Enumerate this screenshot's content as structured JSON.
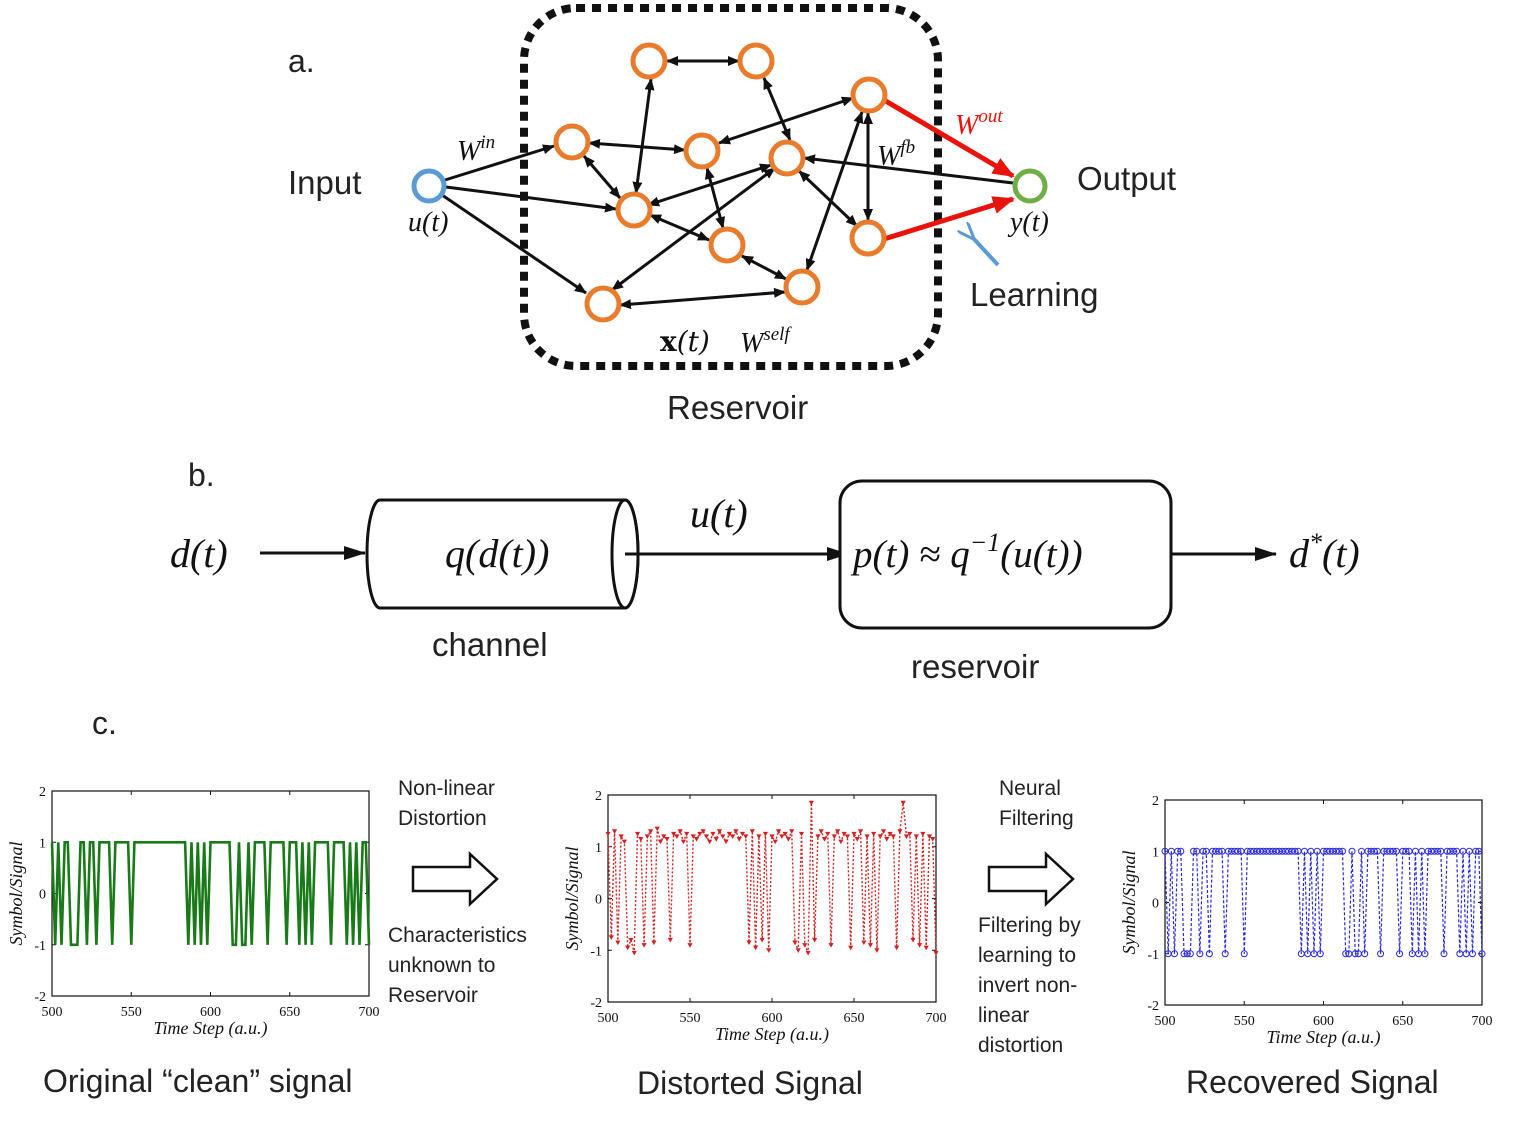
{
  "panel_a": {
    "label": "a.",
    "input_label": "Input",
    "output_label": "Output",
    "reservoir_label": "Reservoir",
    "learning_label": "Learning",
    "u_t": "u(t)",
    "y_t": "y(t)",
    "x_bold": "x",
    "x_rest": "(t)",
    "w_in_base": "W",
    "w_in_sup": "in",
    "w_out_base": "W",
    "w_out_sup": "out",
    "w_fb_base": "W",
    "w_fb_sup": "fb",
    "w_self_base": "W",
    "w_self_sup": "self",
    "colors": {
      "node": "#E87C2C",
      "input": "#5B9BD5",
      "output": "#70AD47",
      "out_edge": "#E8140C",
      "learning_arrow": "#5B9BD5"
    }
  },
  "panel_b": {
    "label": "b.",
    "input": "d(t)",
    "channel_func": "q(d(t))",
    "channel_label": "channel",
    "u_t": "u(t)",
    "reservoir_func_a": "p(t) ≈ q",
    "reservoir_func_sup": "−1",
    "reservoir_func_b": "(u(t))",
    "reservoir_label": "reservoir",
    "output_base": "d",
    "output_sup": "*",
    "output_rest": "(t)"
  },
  "panel_c": {
    "label": "c.",
    "arrow1_top": [
      "Non-linear",
      "Distortion"
    ],
    "arrow1_bottom": [
      "Characteristics",
      "unknown to",
      "Reservoir"
    ],
    "arrow2_top": [
      "Neural",
      "Filtering"
    ],
    "arrow2_bottom": [
      "Filtering by",
      "learning to",
      "invert non-",
      "linear",
      "distortion"
    ],
    "caption1": "Original “clean” signal",
    "caption2": "Distorted Signal",
    "caption3": "Recovered Signal"
  },
  "chart_data": [
    {
      "type": "line",
      "style": "solid",
      "color": "#1A7A1A",
      "xlabel": "Time Step (a.u.)",
      "ylabel": "Symbol/Signal",
      "xlim": [
        500,
        700
      ],
      "ylim": [
        -2,
        2
      ],
      "xticks": [
        500,
        550,
        600,
        650,
        700
      ],
      "yticks": [
        -2,
        -1,
        0,
        1,
        2
      ],
      "x": [
        500,
        502,
        504,
        506,
        508,
        510,
        512,
        514,
        516,
        518,
        520,
        522,
        524,
        526,
        528,
        530,
        532,
        534,
        536,
        538,
        540,
        542,
        544,
        546,
        548,
        550,
        552,
        554,
        556,
        558,
        560,
        562,
        564,
        566,
        568,
        570,
        572,
        574,
        576,
        578,
        580,
        582,
        584,
        586,
        588,
        590,
        592,
        594,
        596,
        598,
        600,
        602,
        604,
        606,
        608,
        610,
        612,
        614,
        616,
        618,
        620,
        622,
        624,
        626,
        628,
        630,
        632,
        634,
        636,
        638,
        640,
        642,
        644,
        646,
        648,
        650,
        652,
        654,
        656,
        658,
        660,
        662,
        664,
        666,
        668,
        670,
        672,
        674,
        676,
        678,
        680,
        682,
        684,
        686,
        688,
        690,
        692,
        694,
        696,
        698,
        700
      ],
      "values": [
        1,
        -1,
        1,
        -1,
        1,
        1,
        -1,
        -1,
        -1,
        1,
        1,
        -1,
        1,
        1,
        -1,
        1,
        1,
        1,
        1,
        -1,
        1,
        1,
        1,
        1,
        1,
        -1,
        1,
        1,
        1,
        1,
        1,
        1,
        1,
        1,
        1,
        1,
        1,
        1,
        1,
        1,
        1,
        1,
        1,
        -1,
        1,
        -1,
        1,
        -1,
        1,
        -1,
        1,
        1,
        1,
        1,
        1,
        1,
        1,
        -1,
        -1,
        1,
        -1,
        -1,
        1,
        -1,
        1,
        1,
        1,
        1,
        -1,
        1,
        1,
        1,
        1,
        1,
        -1,
        1,
        1,
        1,
        -1,
        1,
        -1,
        1,
        -1,
        1,
        1,
        1,
        1,
        1,
        -1,
        1,
        1,
        1,
        1,
        -1,
        1,
        -1,
        1,
        -1,
        1,
        1,
        -1
      ]
    },
    {
      "type": "line",
      "style": "dotted-with-markers",
      "color": "#D62020",
      "xlabel": "Time Step (a.u.)",
      "ylabel": "Symbol/Signal",
      "xlim": [
        500,
        700
      ],
      "ylim": [
        -2,
        2
      ],
      "xticks": [
        500,
        550,
        600,
        650,
        700
      ],
      "yticks": [
        -2,
        -1,
        0,
        1,
        2
      ],
      "x": [
        500,
        502,
        504,
        506,
        508,
        510,
        512,
        514,
        516,
        518,
        520,
        522,
        524,
        526,
        528,
        530,
        532,
        534,
        536,
        538,
        540,
        542,
        544,
        546,
        548,
        550,
        552,
        554,
        556,
        558,
        560,
        562,
        564,
        566,
        568,
        570,
        572,
        574,
        576,
        578,
        580,
        582,
        584,
        586,
        588,
        590,
        592,
        594,
        596,
        598,
        600,
        602,
        604,
        606,
        608,
        610,
        612,
        614,
        616,
        618,
        620,
        622,
        624,
        626,
        628,
        630,
        632,
        634,
        636,
        638,
        640,
        642,
        644,
        646,
        648,
        650,
        652,
        654,
        656,
        658,
        660,
        662,
        664,
        666,
        668,
        670,
        672,
        674,
        676,
        678,
        680,
        682,
        684,
        686,
        688,
        690,
        692,
        694,
        696,
        698,
        700
      ],
      "values": [
        1.25,
        -0.75,
        1.3,
        -0.85,
        1.2,
        1.1,
        -0.95,
        -0.8,
        -1.05,
        1.25,
        1.15,
        -0.9,
        1.2,
        1.3,
        -0.85,
        1.35,
        1.1,
        1.2,
        1.15,
        -0.8,
        1.25,
        1.2,
        1.3,
        1.1,
        1.25,
        -0.9,
        1.2,
        1.15,
        1.25,
        1.3,
        1.2,
        1.1,
        1.25,
        1.15,
        1.3,
        1.2,
        1.1,
        1.25,
        1.2,
        1.3,
        1.15,
        1.25,
        1.2,
        -0.85,
        1.3,
        -0.95,
        1.2,
        -0.8,
        1.25,
        -1.0,
        1.2,
        1.1,
        1.3,
        1.2,
        1.25,
        1.15,
        1.3,
        -0.85,
        -1.0,
        1.25,
        -0.9,
        -1.05,
        1.85,
        -0.8,
        1.2,
        1.3,
        1.15,
        1.25,
        -0.9,
        1.2,
        1.3,
        1.1,
        1.25,
        1.2,
        -0.95,
        1.25,
        1.15,
        1.3,
        -0.85,
        1.2,
        -0.9,
        1.25,
        -1.0,
        1.2,
        1.3,
        1.15,
        1.25,
        1.2,
        -0.95,
        1.3,
        1.85,
        1.2,
        1.25,
        -0.8,
        1.2,
        -0.9,
        1.25,
        -0.95,
        1.2,
        1.15,
        -1.05
      ]
    },
    {
      "type": "line",
      "style": "dashed-with-circles",
      "color": "#2828E0",
      "xlabel": "Time Step (a.u.)",
      "ylabel": "Symbol/Signal",
      "xlim": [
        500,
        700
      ],
      "ylim": [
        -2,
        2
      ],
      "xticks": [
        500,
        550,
        600,
        650,
        700
      ],
      "yticks": [
        -2,
        -1,
        0,
        1,
        2
      ],
      "x": [
        500,
        502,
        504,
        506,
        508,
        510,
        512,
        514,
        516,
        518,
        520,
        522,
        524,
        526,
        528,
        530,
        532,
        534,
        536,
        538,
        540,
        542,
        544,
        546,
        548,
        550,
        552,
        554,
        556,
        558,
        560,
        562,
        564,
        566,
        568,
        570,
        572,
        574,
        576,
        578,
        580,
        582,
        584,
        586,
        588,
        590,
        592,
        594,
        596,
        598,
        600,
        602,
        604,
        606,
        608,
        610,
        612,
        614,
        616,
        618,
        620,
        622,
        624,
        626,
        628,
        630,
        632,
        634,
        636,
        638,
        640,
        642,
        644,
        646,
        648,
        650,
        652,
        654,
        656,
        658,
        660,
        662,
        664,
        666,
        668,
        670,
        672,
        674,
        676,
        678,
        680,
        682,
        684,
        686,
        688,
        690,
        692,
        694,
        696,
        698,
        700
      ],
      "values": [
        1,
        -1,
        1,
        -1,
        1,
        1,
        -1,
        -1,
        -1,
        1,
        1,
        -1,
        1,
        1,
        -1,
        1,
        1,
        1,
        1,
        -1,
        1,
        1,
        1,
        1,
        1,
        -1,
        1,
        1,
        1,
        1,
        1,
        1,
        1,
        1,
        1,
        1,
        1,
        1,
        1,
        1,
        1,
        1,
        1,
        -1,
        1,
        -1,
        1,
        -1,
        1,
        -1,
        1,
        1,
        1,
        1,
        1,
        1,
        1,
        -1,
        -1,
        1,
        -1,
        -1,
        1,
        -1,
        1,
        1,
        1,
        1,
        -1,
        1,
        1,
        1,
        1,
        1,
        -1,
        1,
        1,
        1,
        -1,
        1,
        -1,
        1,
        -1,
        1,
        1,
        1,
        1,
        1,
        -1,
        1,
        1,
        1,
        1,
        -1,
        1,
        -1,
        1,
        -1,
        1,
        1,
        -1
      ]
    }
  ]
}
